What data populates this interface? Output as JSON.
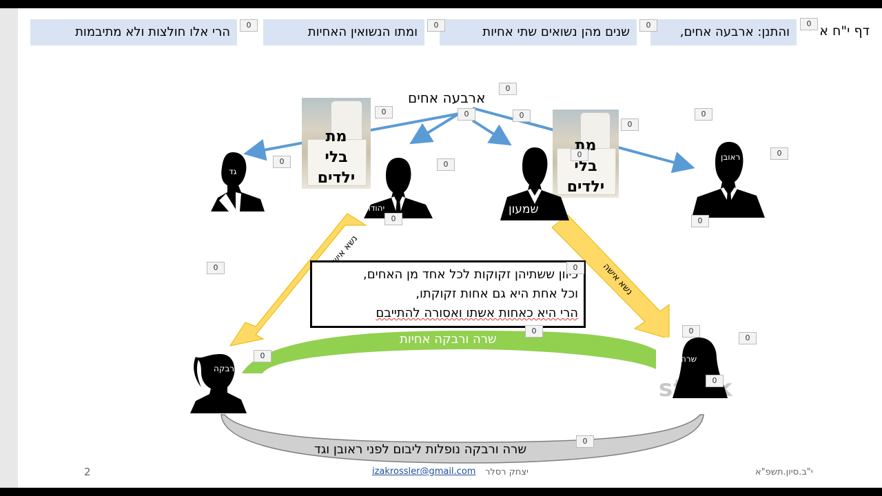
{
  "page": {
    "title_left": "דף י\"ח א",
    "header_boxes": [
      {
        "text": "והתנן: ארבעה אחים,"
      },
      {
        "text": "שנים מהן נשואים שתי אחיות"
      },
      {
        "text": "ומתו הנשואין האחיות"
      },
      {
        "text": "הרי אלו חולצות ולא מתיבמות"
      }
    ],
    "counter_value": "0"
  },
  "diagram": {
    "top_label": "ארבעה אחים",
    "brothers": [
      {
        "name": "ראובן"
      },
      {
        "name": "שמעון"
      },
      {
        "name": "יהודה"
      },
      {
        "name": "גד"
      }
    ],
    "grave_label_lines": [
      "מת",
      "בלי",
      "ילדים"
    ],
    "married_label": "נשא אישה",
    "women": [
      {
        "name": "שרה"
      },
      {
        "name": "רבקה"
      }
    ],
    "sisters_label": "שרה ורבקה אחיות",
    "yibum_label": "שרה ורבקה נופלות ליבום לפני ראובן וגד",
    "center_text_lines": [
      "כיוון ששתיהן זקוקות לכל אחד מן האחים,",
      "וכל אחת היא גם אחות זקוקתו,",
      "הרי היא כאחות אשתו ואסורה להתייבם"
    ],
    "watermark": "stock"
  },
  "footer": {
    "page_number": "2",
    "email": "izakrossler@gmail.com",
    "author": "יצחק רסלר",
    "date": "י\"ב.סיון.תשפ\"א"
  },
  "colors": {
    "header_box": "#dae3f3",
    "arrow_blue": "#5b9bd5",
    "arrow_yellow": "#ffd966",
    "arc_green": "#92d050",
    "arc_gray": "#d0d0d0"
  }
}
